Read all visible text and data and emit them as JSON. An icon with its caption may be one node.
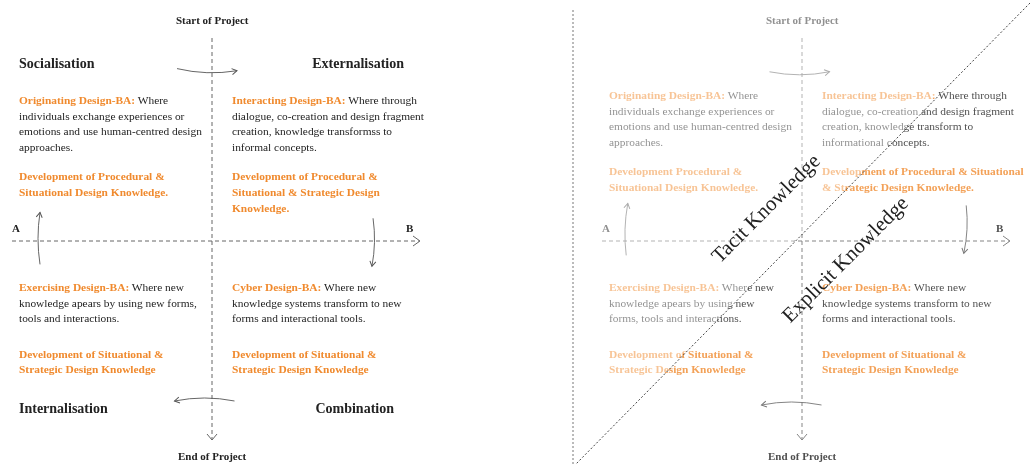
{
  "diagram": {
    "nodes": [
      {
        "text": [
          "Socialisation",
          "**Originating Design-BA:** Where individuals exchange experiences or emotions and use human-centred design approaches.",
          "Development of Procedural & Situational Design Knowledge."
        ]
      },
      {
        "text": [
          "Externalisation",
          "**Interacting Design-BA:** Where through dialogue, co-creation and design fragment creation, knowledge transformss to informal concepts.",
          "Development of Procedural & Situational & Strategic Design Knowledge."
        ]
      },
      {
        "text": [
          "**Exercising Design-BA:** Where new knowledge apears by using new forms, tools and interactions.",
          "Development of Situational & Strategic Design Knowledge",
          "Internalisation"
        ]
      },
      {
        "text": [
          "**Cyber Design-BA:** Where new knowledge systems transform to new forms and interactional tools.",
          "Development of Situational & Strategic Design Knowledge",
          "Combination"
        ]
      },
      {
        "text": [
          "**Originating Design-BA:** Where individuals exchange experiences or emotions and use human-centred design approaches.",
          "Development Procedural & Situational Design Knowledge."
        ]
      },
      {
        "text": [
          "**Interacting Design-BA:** Where through dialogue, co-creation and design fragment creation, knowledge transform to informational concepts.",
          "Development of Procedural & Situational & Strategic Design Knowledge."
        ]
      },
      {
        "text": [
          "**Exercising Design-BA:** Where new knowledge apears by using new forms, tools and interactions.",
          "Development of Situational & Strategic Design Knowledge"
        ]
      },
      {
        "text": [
          "**Cyber Design-BA:** Where new knowledge systems transform to new forms and interactional tools.",
          "Development of Situational & Strategic Design Knowledge"
        ]
      }
    ],
    "edges": [
      {
        "from": 0,
        "to": 1,
        "arrow": "to"
      },
      {
        "from": 1,
        "to": 3,
        "arrow": "to"
      },
      {
        "from": 3,
        "to": 2,
        "arrow": "to"
      },
      {
        "from": 2,
        "to": 0,
        "arrow": "to"
      },
      {
        "from": 4,
        "to": 5,
        "arrow": "to"
      },
      {
        "from": 5,
        "to": 7,
        "arrow": "to"
      },
      {
        "from": 7,
        "to": 6,
        "arrow": "to"
      },
      {
        "from": 6,
        "to": 4,
        "arrow": "to"
      }
    ],
    "labels": [
      "Start of Project",
      "A",
      "B",
      "End of Project",
      "Start of Project",
      "Tacit Knowledge",
      "Explicit Knowledge",
      "A",
      "B",
      "End of Project"
    ]
  }
}
